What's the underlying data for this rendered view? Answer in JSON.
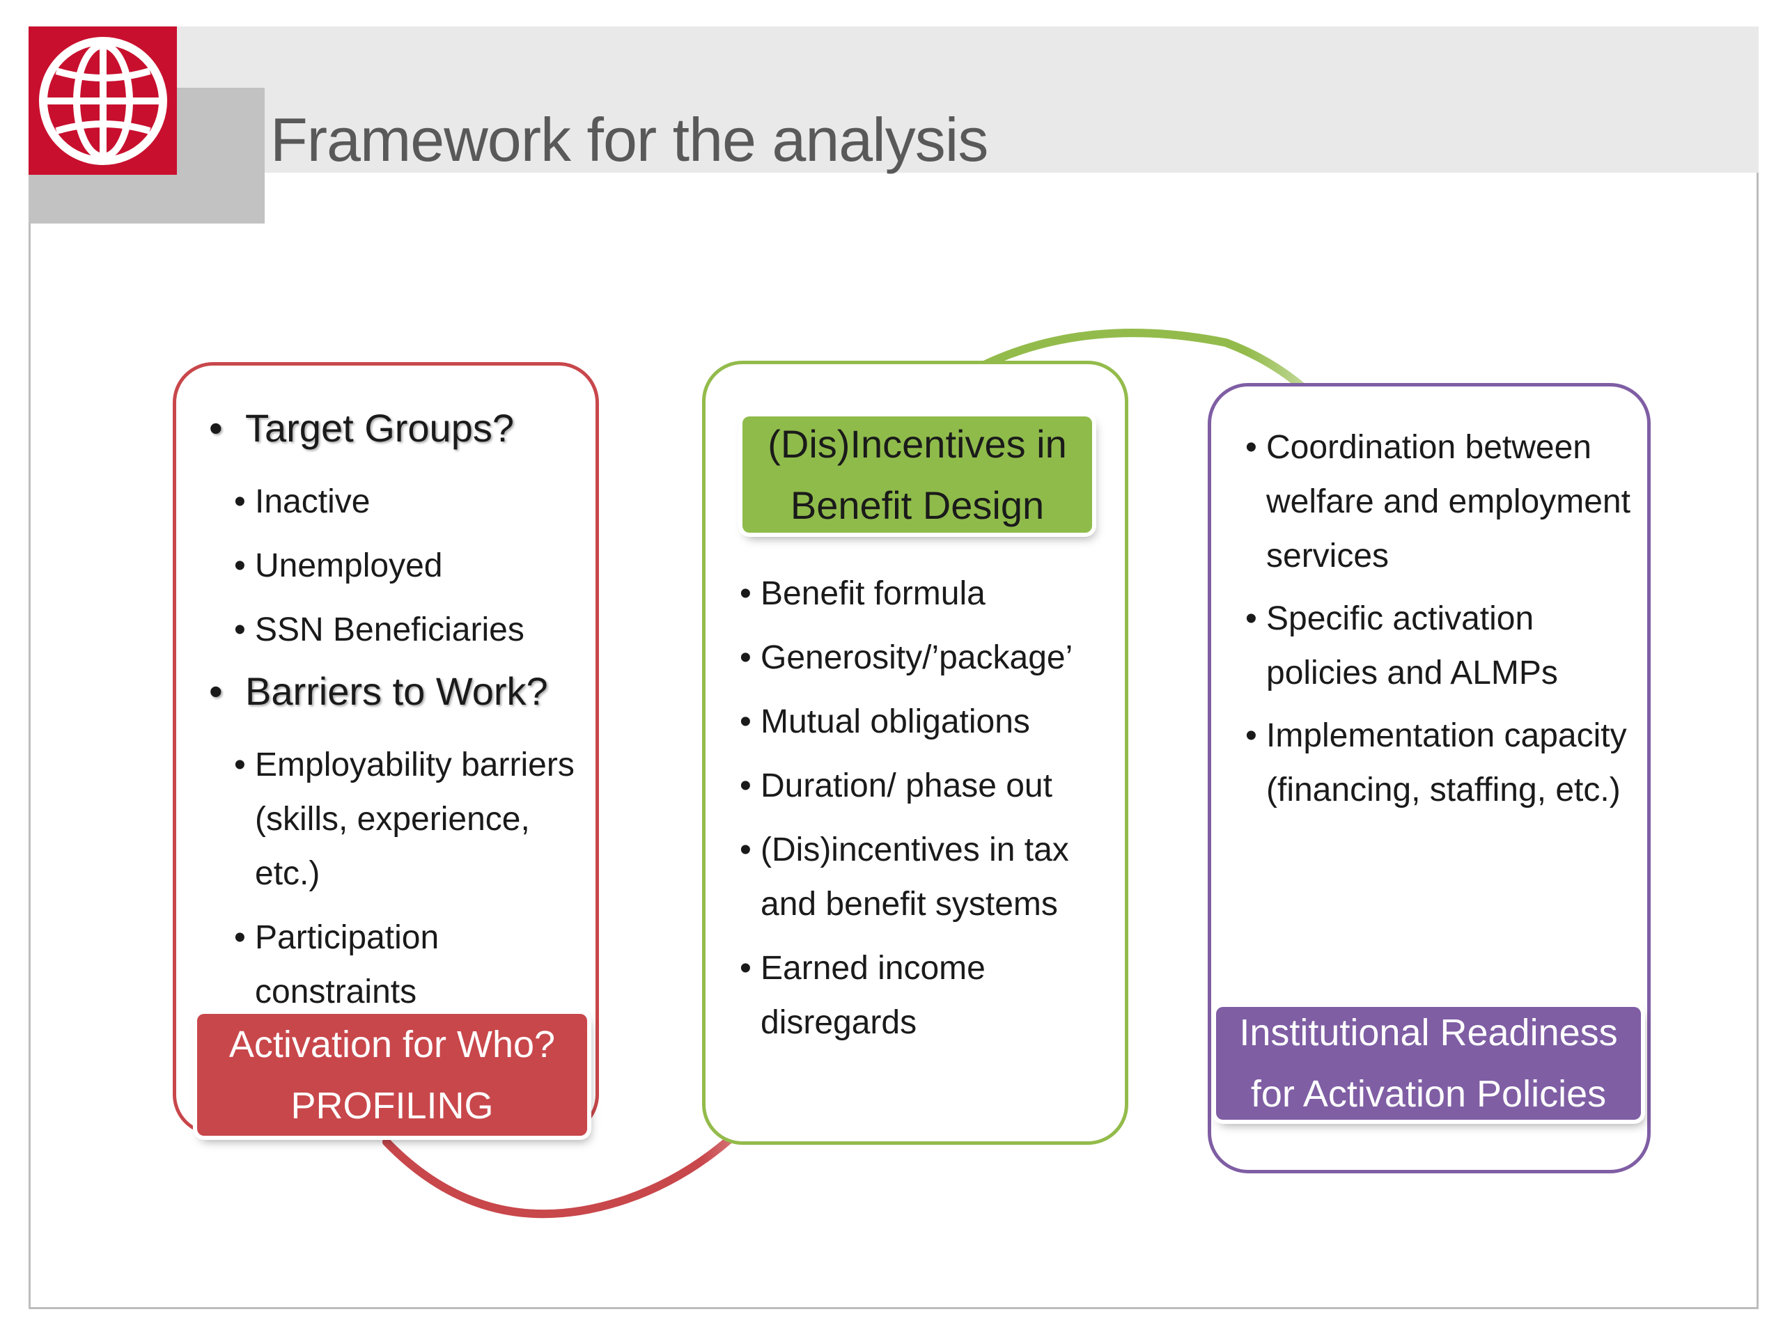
{
  "slide": {
    "title": "Framework for the analysis",
    "logo_icon": "globe-icon",
    "logo_color": "#c8102e"
  },
  "panels": {
    "profiling": {
      "color": "#c8474b",
      "items": [
        {
          "text": "Target Groups?",
          "level": 1
        },
        {
          "text": "Inactive",
          "level": 2
        },
        {
          "text": "Unemployed",
          "level": 2
        },
        {
          "text": "SSN Beneficiaries",
          "level": 2
        },
        {
          "text": "Barriers to Work?",
          "level": 1
        },
        {
          "text": "Employability barriers (skills, experience, etc.)",
          "level": 2
        },
        {
          "text": "Participation constraints",
          "level": 2
        }
      ],
      "label_line1": "Activation for Who?",
      "label_line2": "PROFILING"
    },
    "incentives": {
      "color": "#8fbb4b",
      "label_line1": "(Dis)Incentives in",
      "label_line2": "Benefit Design",
      "items": [
        "Benefit formula",
        "Generosity/’package’",
        "Mutual obligations",
        "Duration/ phase out",
        "(Dis)incentives in tax and benefit systems",
        "Earned income disregards"
      ]
    },
    "institutional": {
      "color": "#7f5ea4",
      "items": [
        "Coordination between welfare and employment services",
        "Specific activation policies and ALMPs",
        "Implementation capacity  (financing, staffing, etc.)"
      ],
      "label_line1": "Institutional Readiness",
      "label_line2": "for Activation Policies"
    }
  }
}
